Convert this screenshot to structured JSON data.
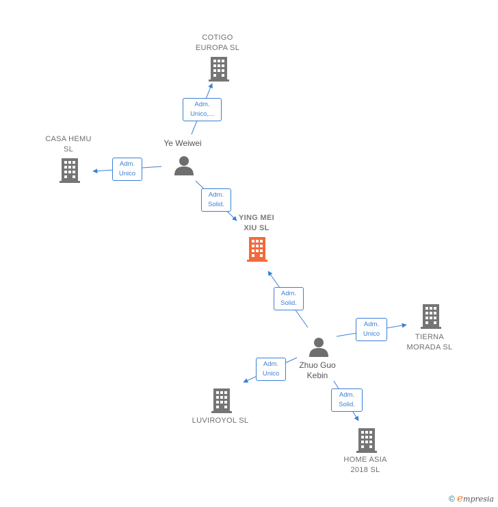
{
  "nodes": {
    "cotigo": {
      "line1": "COTIGO",
      "line2": "EUROPA  SL"
    },
    "casa_hemu": {
      "line1": "CASA HEMU",
      "line2": "SL"
    },
    "ye_weiwei": {
      "line1": "Ye Weiwei"
    },
    "ying_mei": {
      "line1": "YING MEI",
      "line2": "XIU  SL"
    },
    "zhuo_guo": {
      "line1": "Zhuo Guo",
      "line2": "Kebin"
    },
    "tierna": {
      "line1": "TIERNA",
      "line2": "MORADA  SL"
    },
    "luviroyol": {
      "line1": "LUVIROYOL  SL"
    },
    "home_asia": {
      "line1": "HOME ASIA",
      "line2": "2018  SL"
    }
  },
  "edges": {
    "e1": {
      "line1": "Adm.",
      "line2": "Unico,..."
    },
    "e2": {
      "line1": "Adm.",
      "line2": "Unico"
    },
    "e3": {
      "line1": "Adm.",
      "line2": "Solid."
    },
    "e4": {
      "line1": "Adm.",
      "line2": "Solid."
    },
    "e5": {
      "line1": "Adm.",
      "line2": "Unico"
    },
    "e6": {
      "line1": "Adm.",
      "line2": "Unico"
    },
    "e7": {
      "line1": "Adm.",
      "line2": "Solid."
    }
  },
  "footer": {
    "copyright": "©",
    "brand_e": "e",
    "brand_rest": "mpresia"
  },
  "colors": {
    "edge": "#3b7fd4",
    "company": "#757575",
    "main_company": "#f26a3a",
    "person": "#6e6e6e"
  },
  "icons": {
    "company": "building-icon",
    "person": "person-icon"
  }
}
